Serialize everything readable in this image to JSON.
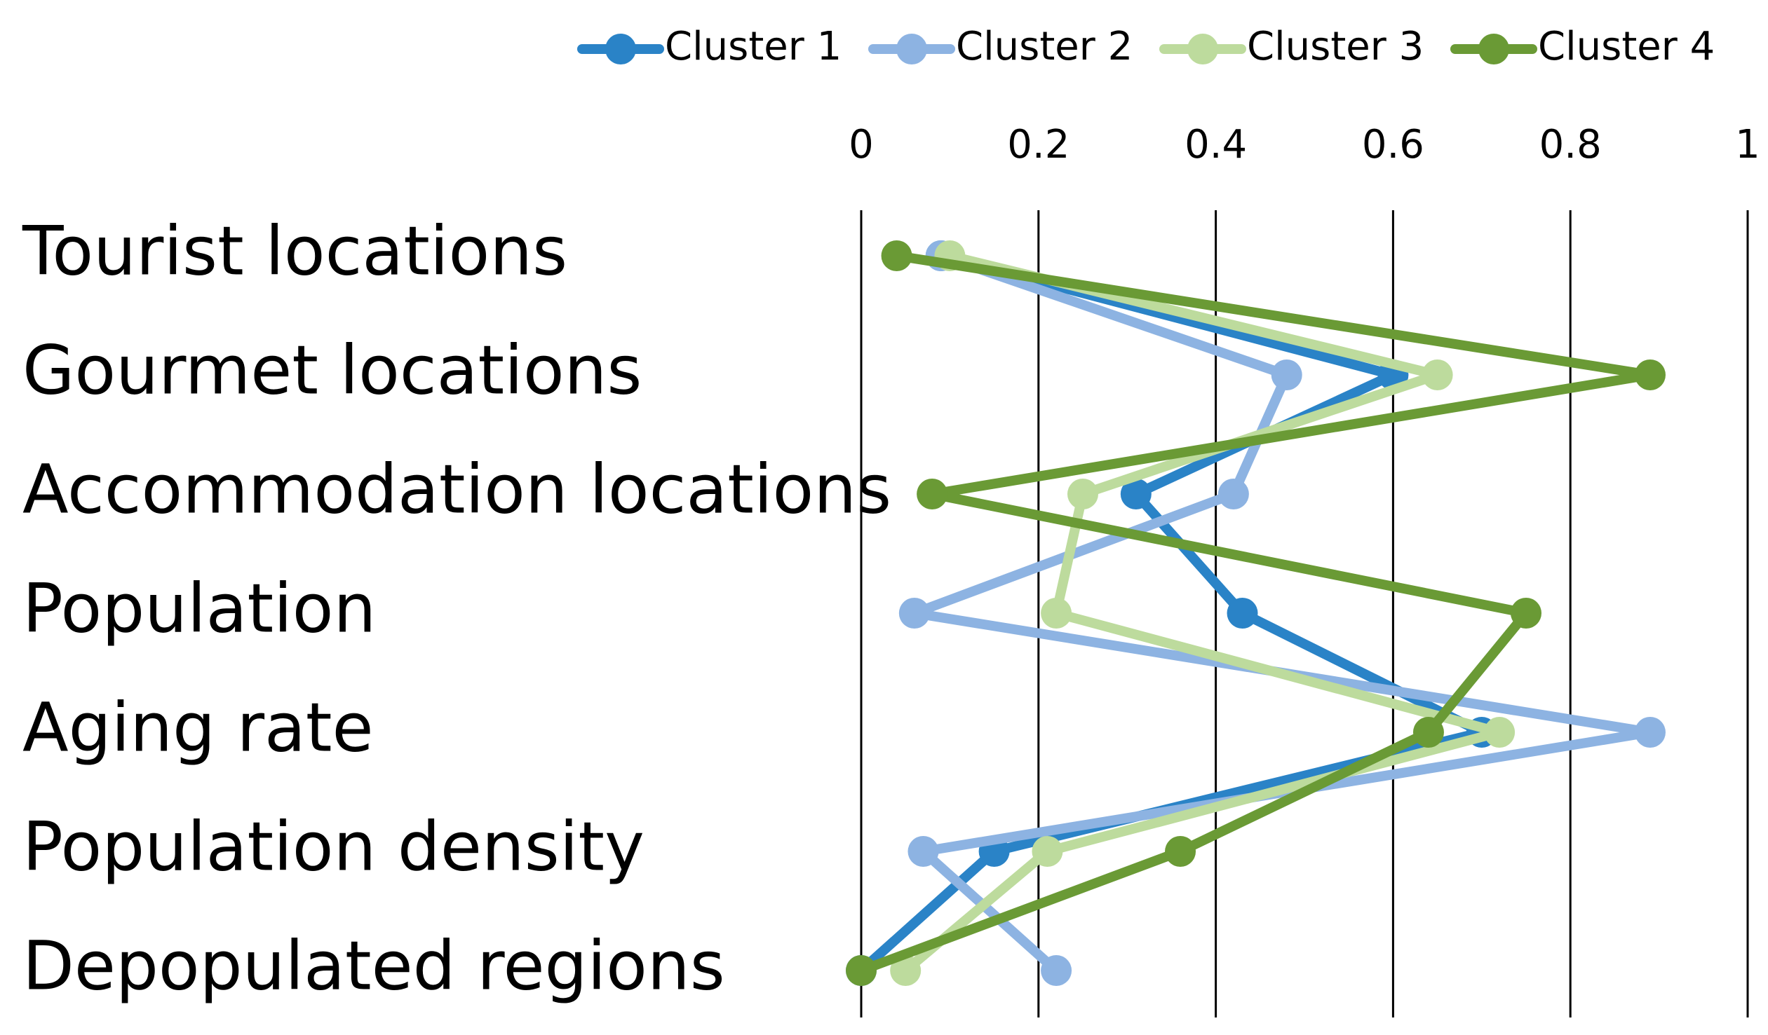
{
  "chart_data": {
    "type": "line",
    "orientation": "horizontal",
    "title": "",
    "xlabel": "",
    "ylabel": "",
    "xlim": [
      0,
      1
    ],
    "x_ticks": [
      "0",
      "0.2",
      "0.4",
      "0.6",
      "0.8",
      "1"
    ],
    "x_tick_values": [
      0,
      0.2,
      0.4,
      0.6,
      0.8,
      1
    ],
    "grid": "vertical lines at each tick",
    "legend": {
      "placement": "top"
    },
    "categories": [
      "Tourist locations",
      "Gourmet locations",
      "Accommodation locations",
      "Population",
      "Aging rate",
      "Population density",
      "Depopulated regions"
    ],
    "series": [
      {
        "name": "Cluster 1",
        "color": "#2A83C7",
        "values": [
          0.09,
          0.6,
          0.31,
          0.43,
          0.7,
          0.15,
          0.0
        ]
      },
      {
        "name": "Cluster 2",
        "color": "#8DB3E2",
        "values": [
          0.09,
          0.48,
          0.42,
          0.06,
          0.89,
          0.07,
          0.22
        ]
      },
      {
        "name": "Cluster 3",
        "color": "#BDDB9D",
        "values": [
          0.1,
          0.65,
          0.25,
          0.22,
          0.72,
          0.21,
          0.05
        ]
      },
      {
        "name": "Cluster 4",
        "color": "#6A9A35",
        "values": [
          0.04,
          0.89,
          0.08,
          0.75,
          0.64,
          0.36,
          0.0
        ]
      }
    ]
  }
}
